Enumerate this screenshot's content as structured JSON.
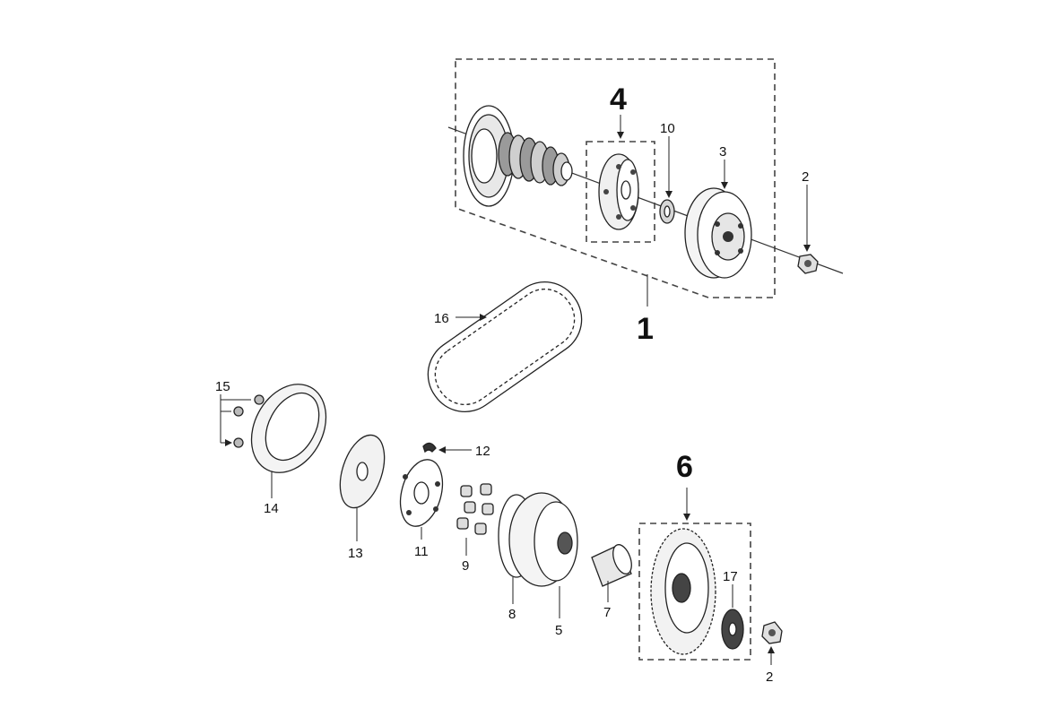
{
  "callouts": {
    "c1": "1",
    "c2a": "2",
    "c2b": "2",
    "c3": "3",
    "c4": "4",
    "c5": "5",
    "c6": "6",
    "c7": "7",
    "c8": "8",
    "c9": "9",
    "c10": "10",
    "c11": "11",
    "c12": "12",
    "c13": "13",
    "c14": "14",
    "c15": "15",
    "c16": "16",
    "c17": "17"
  },
  "colors": {
    "line": "#222222",
    "fill_light": "#f2f2f2",
    "fill_mid": "#bdbdbd",
    "fill_dark": "#333333",
    "background": "#ffffff"
  }
}
